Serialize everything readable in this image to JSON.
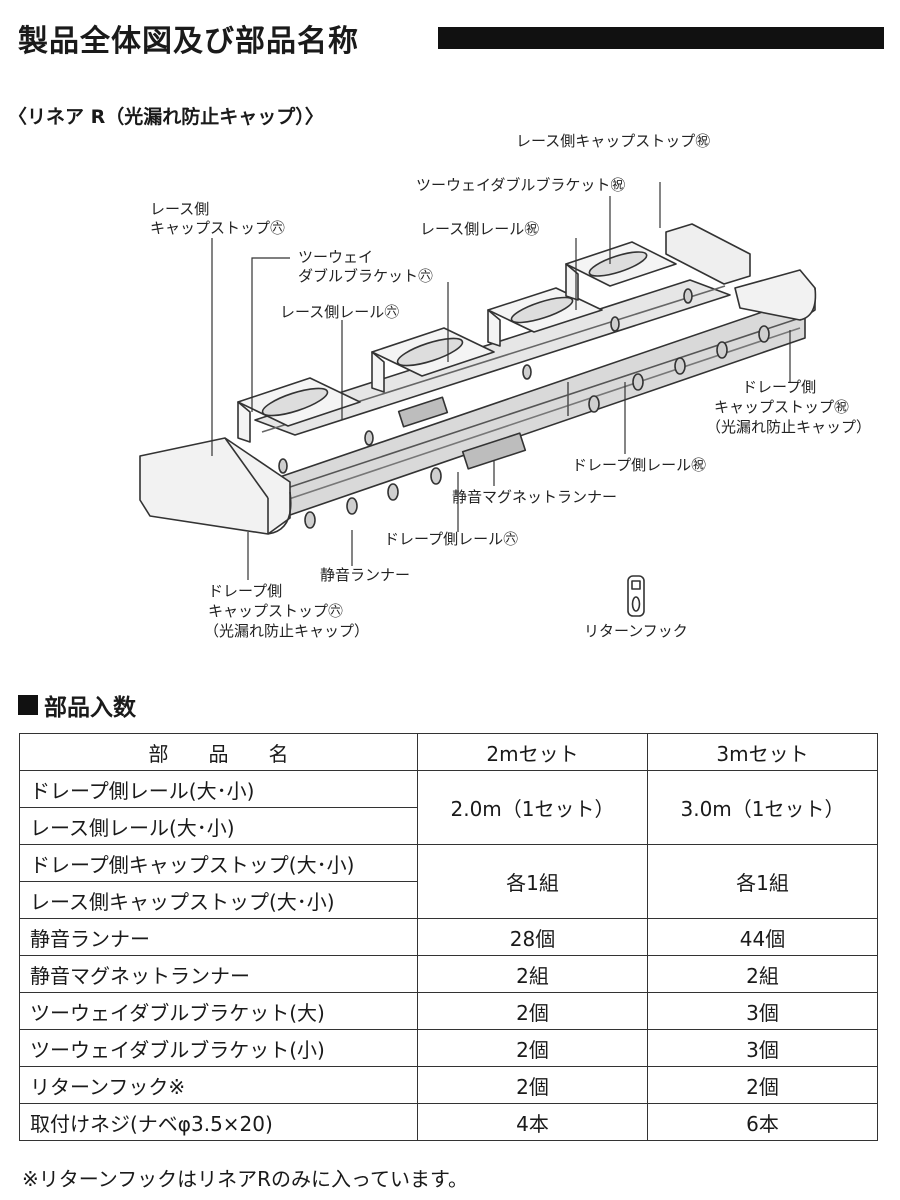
{
  "header": {
    "title": "製品全体図及び部品名称",
    "subtitle": "〈リネア R（光漏れ防止キャップ）〉"
  },
  "diagram_labels": {
    "lace_cap_stop_small": "レース側キャップストップ㊗",
    "twoway_bracket_small": "ツーウェイダブルブラケット㊗",
    "lace_rail_small": "レース側レール㊗",
    "lace_cap_stop_large_1": "レース側",
    "lace_cap_stop_large_2": "キャップストップ㊅",
    "twoway_bracket_large_1": "ツーウェイ",
    "twoway_bracket_large_2": "ダブルブラケット㊅",
    "lace_rail_large": "レース側レール㊅",
    "drape_cap_stop_small_1": "ドレープ側",
    "drape_cap_stop_small_2": "キャップストップ㊗",
    "drape_cap_stop_small_3": "（光漏れ防止キャップ）",
    "drape_rail_small": "ドレープ側レール㊗",
    "magnet_runner": "静音マグネットランナー",
    "drape_rail_large": "ドレープ側レール㊅",
    "silent_runner": "静音ランナー",
    "drape_cap_stop_large_1": "ドレープ側",
    "drape_cap_stop_large_2": "キャップストップ㊅",
    "drape_cap_stop_large_3": "（光漏れ防止キャップ）",
    "return_hook": "リターンフック"
  },
  "parts_section": {
    "title": "部品入数",
    "headers": {
      "name": "部　　品　　名",
      "set2m": "2mセット",
      "set3m": "3mセット"
    },
    "rows": {
      "r1": {
        "name": "ドレープ側レール(大･小)"
      },
      "r2": {
        "name": "レース側レール(大･小)"
      },
      "r12": {
        "set2m": "2.0m（1セット）",
        "set3m": "3.0m（1セット）"
      },
      "r3": {
        "name": "ドレープ側キャップストップ(大･小)"
      },
      "r4": {
        "name": "レース側キャップストップ(大･小)"
      },
      "r34": {
        "set2m": "各1組",
        "set3m": "各1組"
      },
      "r5": {
        "name": "静音ランナー",
        "set2m": "28個",
        "set3m": "44個"
      },
      "r6": {
        "name": "静音マグネットランナー",
        "set2m": "2組",
        "set3m": "2組"
      },
      "r7": {
        "name": "ツーウェイダブルブラケット(大)",
        "set2m": "2個",
        "set3m": "3個"
      },
      "r8": {
        "name": "ツーウェイダブルブラケット(小)",
        "set2m": "2個",
        "set3m": "3個"
      },
      "r9": {
        "name": "リターンフック※",
        "set2m": "2個",
        "set3m": "2個"
      },
      "r10": {
        "name": "取付けネジ(ナベφ3.5×20)",
        "set2m": "4本",
        "set3m": "6本"
      }
    },
    "footnote": "※リターンフックはリネアRのみに入っています。"
  }
}
